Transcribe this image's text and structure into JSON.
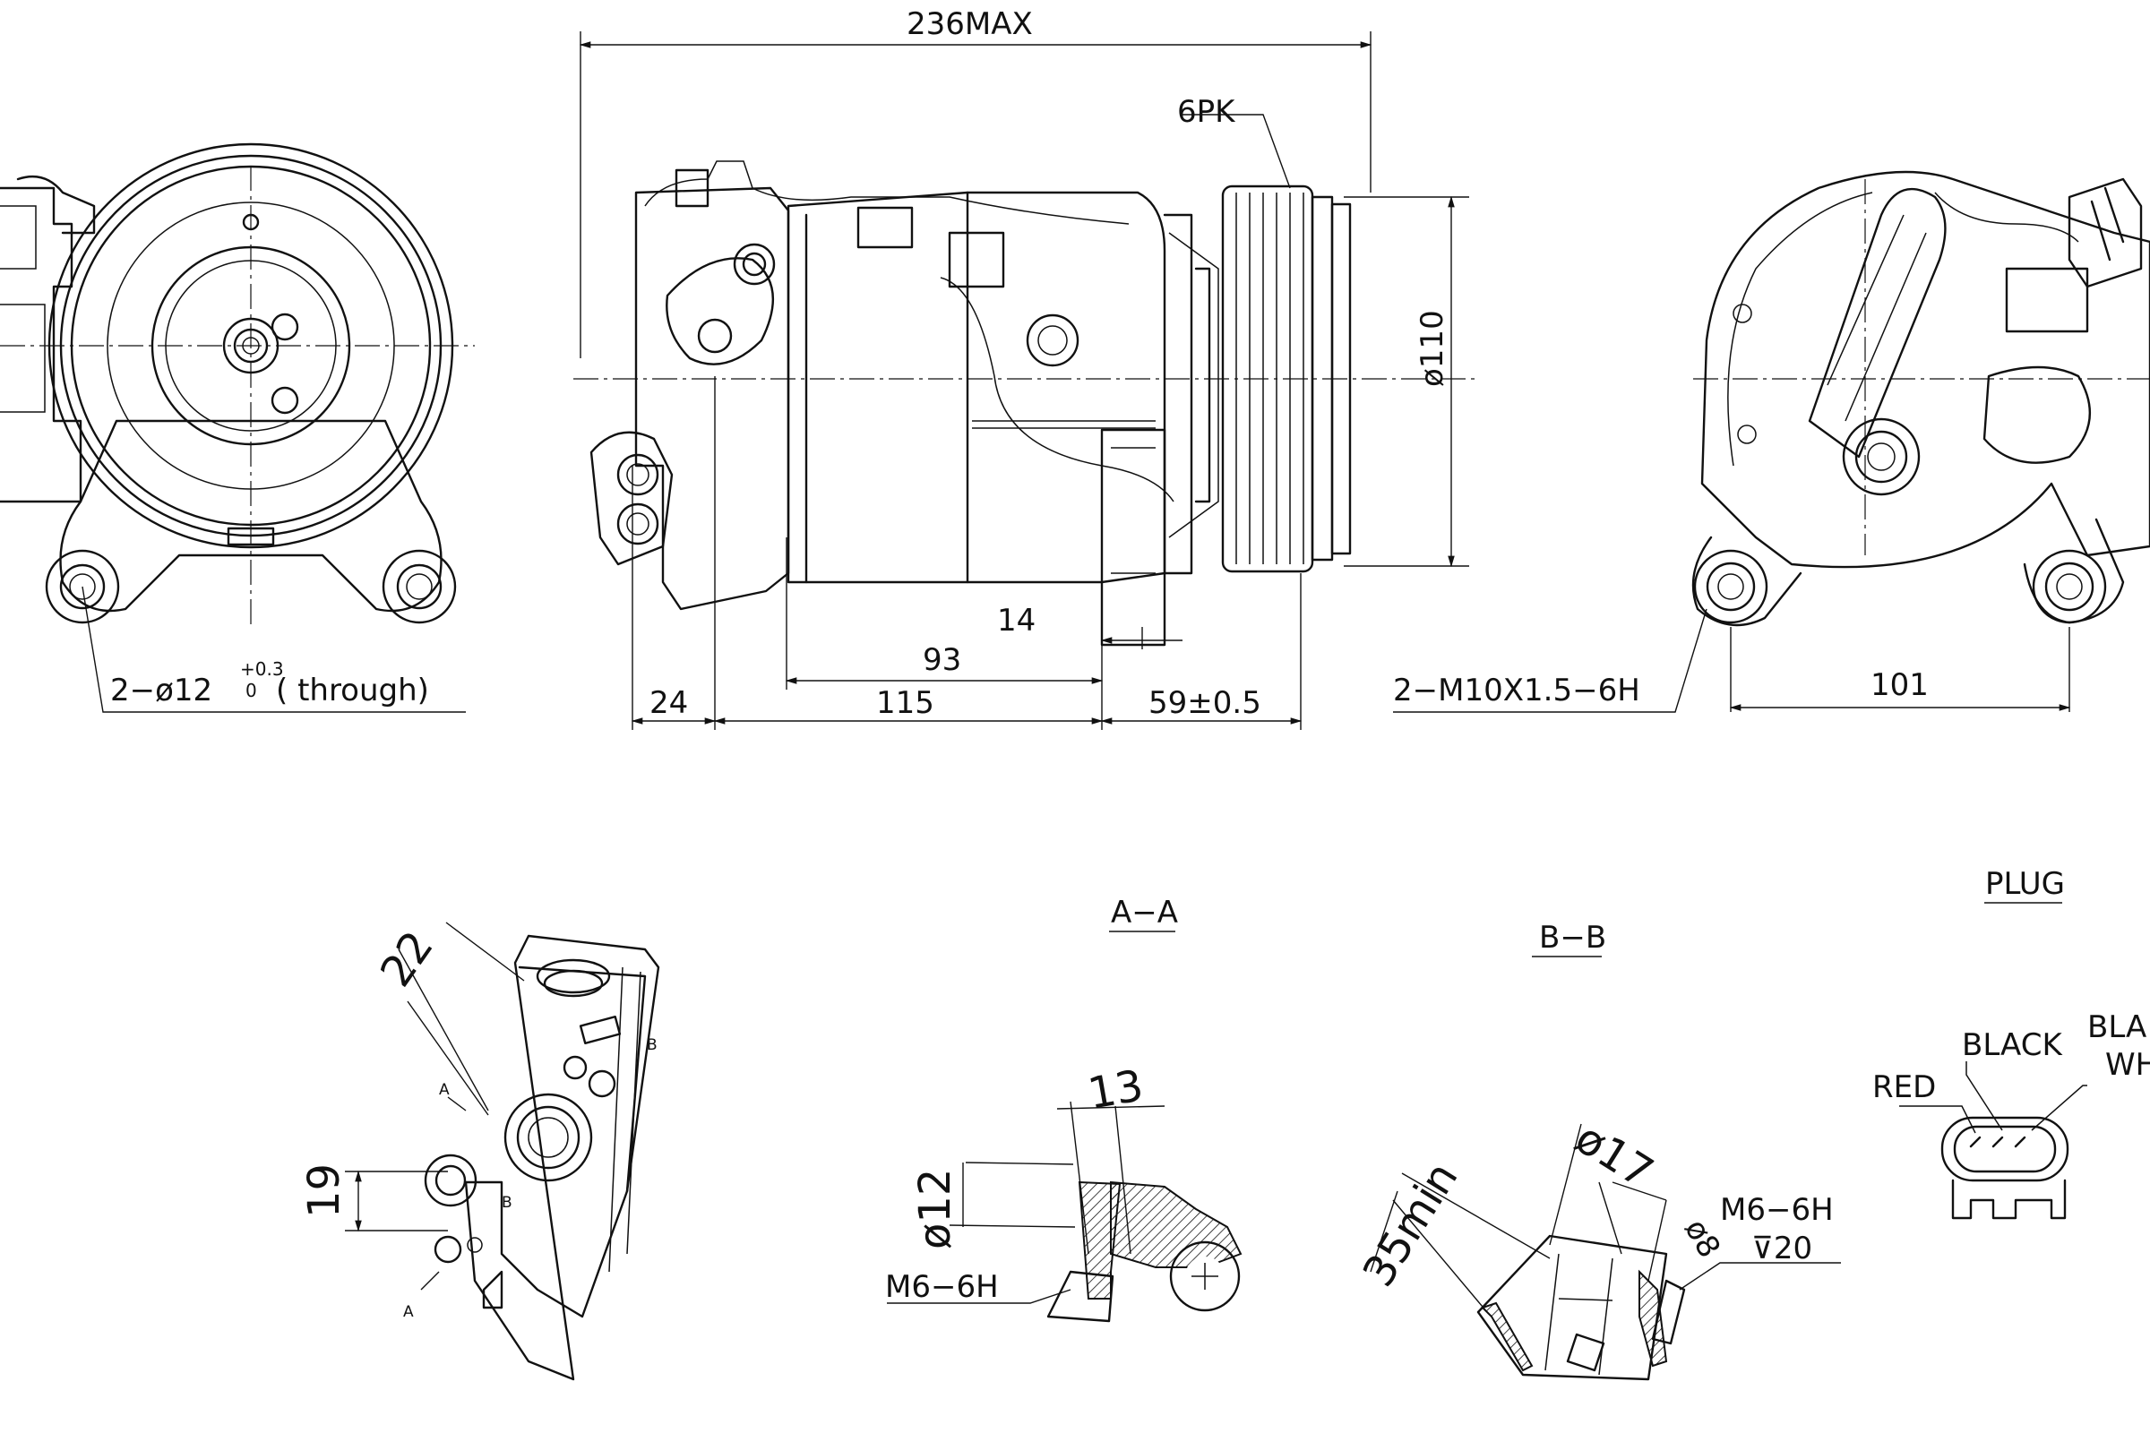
{
  "dimensions": {
    "overall_length": "236MAX",
    "belt": "6PK",
    "pulley_diameter": "ø110",
    "mount_holes": "2−ø12",
    "mount_tol_upper": "+0.3",
    "mount_tol_lower": "0",
    "mount_note": "( through)",
    "d24": "24",
    "d115": "115",
    "d93": "93",
    "d14": "14",
    "d59": "59±0.5",
    "rear_thread": "2−M10X1.5−6H",
    "d101": "101"
  },
  "details": {
    "d22": "22",
    "d19": "19",
    "mark_a": "A",
    "mark_b": "B",
    "section_aa": "A−A",
    "aa_d13": "13",
    "aa_d12": "ø12",
    "aa_thread": "M6−6H",
    "section_bb": "B−B",
    "bb_35min": "35min",
    "bb_d17": "ø17",
    "bb_d8": "ø8",
    "bb_thread": "M6−6H",
    "bb_depth": "⊽20"
  },
  "plug": {
    "title": "PLUG",
    "wire_red": "RED",
    "wire_black": "BLACK",
    "wire_black_partial": "BLA",
    "wire_white_partial": "WH"
  },
  "colors": {
    "line": "#111111",
    "background": "#ffffff"
  }
}
